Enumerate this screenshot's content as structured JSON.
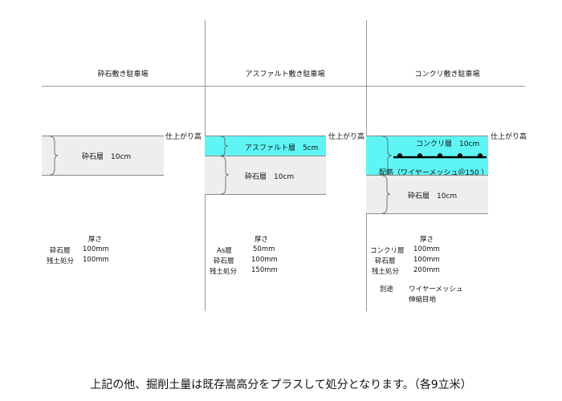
{
  "finish_label": "仕上がり高",
  "panels": [
    {
      "title": "砕石敷き駐車場",
      "layers": [
        {
          "label": "砕石層　10cm"
        }
      ],
      "thickness": {
        "heading": "厚さ",
        "rows": [
          [
            "砕石層",
            "100mm"
          ],
          [
            "残土処分",
            "100mm"
          ]
        ]
      }
    },
    {
      "title": "アスファルト敷き駐車場",
      "layers": [
        {
          "label": "アスファルト層　5cm"
        },
        {
          "label": "砕石層　10cm"
        }
      ],
      "thickness": {
        "heading": "厚さ",
        "rows": [
          [
            "As層",
            "50mm"
          ],
          [
            "砕石層",
            "100mm"
          ],
          [
            "残土処分",
            "150mm"
          ]
        ]
      }
    },
    {
      "title": "コンクリ敷き駐車場",
      "layers": [
        {
          "label": "コンクリ層　10cm"
        },
        {
          "label": "砕石層　10cm"
        }
      ],
      "rebar_label": "配筋（ワイヤーメッシュ＠150 ）",
      "thickness": {
        "heading": "厚さ",
        "rows": [
          [
            "コンクリ層",
            "100mm"
          ],
          [
            "砕石層",
            "100mm"
          ],
          [
            "残土処分",
            "200mm"
          ]
        ]
      },
      "separate": {
        "label": "別途",
        "items": [
          "ワイヤーメッシュ",
          "伸縮目地"
        ]
      }
    }
  ],
  "footer": "上記の他、掘削土量は既存嵩高分をプラスして処分となります。（各9立米）",
  "colors": {
    "gravel": "#eeeeee",
    "surface": "#5ff5f5"
  }
}
